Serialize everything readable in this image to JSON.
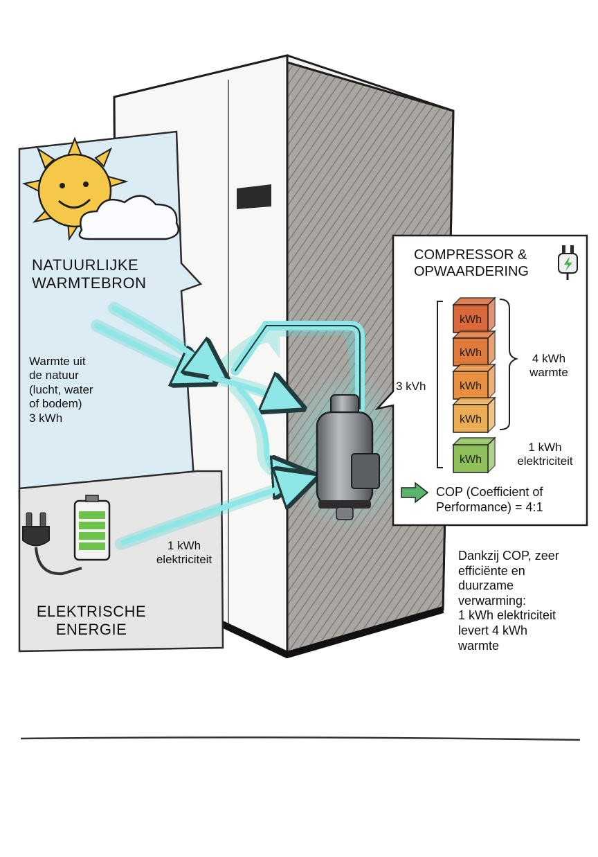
{
  "source": {
    "title": "NATUURLIJKE\nWARMTEBRON",
    "description": "Warmte uit\nde natuur\n(lucht, water\nof bodem)\n3 kWh"
  },
  "electric": {
    "title": "ELEKTRISCHE\nENERGIE",
    "input_label": "1 kWh\nelektriciteit"
  },
  "compressor_box": {
    "title": "COMPRESSOR &\nOPWAARDERING",
    "stack_label": "3 kVh",
    "blocks": [
      {
        "label": "kWh",
        "color": "#d9683a"
      },
      {
        "label": "kWh",
        "color": "#e07a3c"
      },
      {
        "label": "kWh",
        "color": "#e8903f"
      },
      {
        "label": "kWh",
        "color": "#ecac55"
      },
      {
        "label": "kWh",
        "color": "#8fbf5a"
      }
    ],
    "heat_label": "4 kWh\nwarmte",
    "elec_label": "1 kWh\nelektriciteit",
    "cop_text": "COP (Coefficient of\nPerformance) = 4:1"
  },
  "summary": "Dankzij COP, zeer\nefficiënte en\nduurzame\nverwarming:\n1 kWh elektriciteit\nlevert 4 kWh\nwarmte",
  "colors": {
    "flow": "#7fe0e0",
    "flow_glow": "#5fd6cf",
    "panel_blue": "#dcecf5",
    "panel_grey": "#e6e6e6",
    "unit_side": "#a9a5a2",
    "sun": "#f6c84a",
    "battery": "#6cc24a",
    "cop_arrow": "#5ab46a"
  },
  "icons": [
    "sun-icon",
    "cloud-icon",
    "plug-icon",
    "battery-icon",
    "compressor-icon",
    "plug-small-icon",
    "arrow-icon"
  ]
}
